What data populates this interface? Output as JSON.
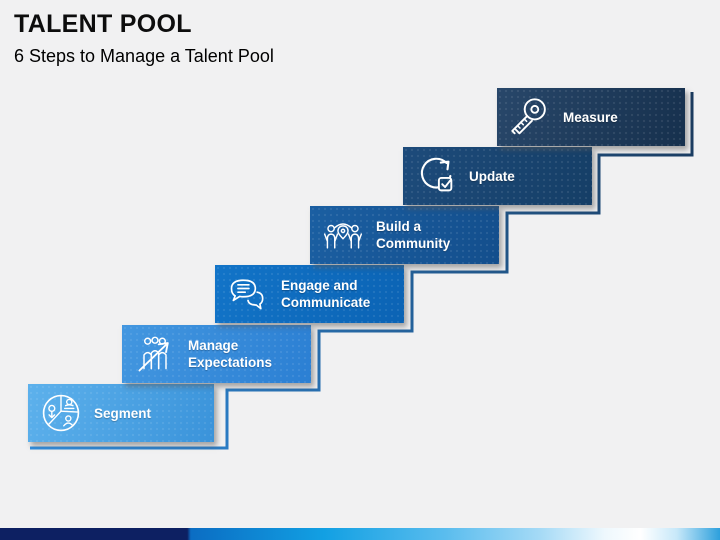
{
  "header": {
    "title": "TALENT POOL",
    "subtitle": "6 Steps to Manage a Talent Pool"
  },
  "steps": [
    {
      "label": "Segment",
      "icon": "segment-pie-people-icon",
      "color_from": "#5db1ec",
      "color_to": "#3a93da"
    },
    {
      "label": "Manage Expectations",
      "icon": "people-growth-arrow-icon",
      "color_from": "#4397e0",
      "color_to": "#2b7fd3"
    },
    {
      "label": "Engage and Communicate",
      "icon": "speech-bubbles-icon",
      "color_from": "#1274c8",
      "color_to": "#0b63b4"
    },
    {
      "label": "Build a Community",
      "icon": "people-location-pin-icon",
      "color_from": "#1b5fa2",
      "color_to": "#134e8c"
    },
    {
      "label": "Update",
      "icon": "refresh-checkbox-icon",
      "color_from": "#1d4b7b",
      "color_to": "#153e66"
    },
    {
      "label": "Measure",
      "icon": "measuring-tape-icon",
      "color_from": "#28476a",
      "color_to": "#16304d"
    }
  ],
  "connector": {
    "color_start": "#2f8fe2",
    "color_end": "#1a3a5e"
  },
  "footer_bar": {
    "gradient_stops": [
      "#0d2062 0%",
      "#0d2062 26%",
      "#0b6dc3 26.5%",
      "#12a0e3 45%",
      "#5bbdee 62%",
      "#a5daf6 75%",
      "#eef8fd 84%",
      "#ffffff 89%",
      "#c7e8f9 94%",
      "#2da0dd 100%"
    ]
  }
}
